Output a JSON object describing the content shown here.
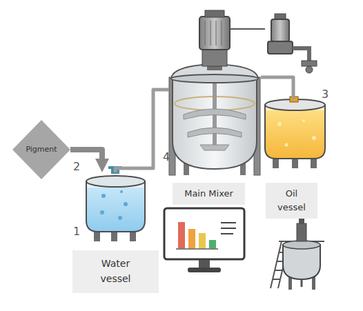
{
  "diagram": {
    "nodes": [
      {
        "text": [
          "Pigment"
        ]
      },
      {
        "text": [
          "Water vessel"
        ]
      },
      {
        "text": [
          "Main Mixer"
        ]
      },
      {
        "text": [
          "Oil vessel"
        ]
      }
    ],
    "edges": [
      {
        "from": 0,
        "to": 1,
        "arrow": "to"
      },
      {
        "from": 1,
        "to": 2,
        "arrow": "none"
      },
      {
        "from": 2,
        "to": 3,
        "arrow": "none"
      }
    ],
    "labels": [
      "1",
      "2",
      "3",
      "4"
    ]
  }
}
